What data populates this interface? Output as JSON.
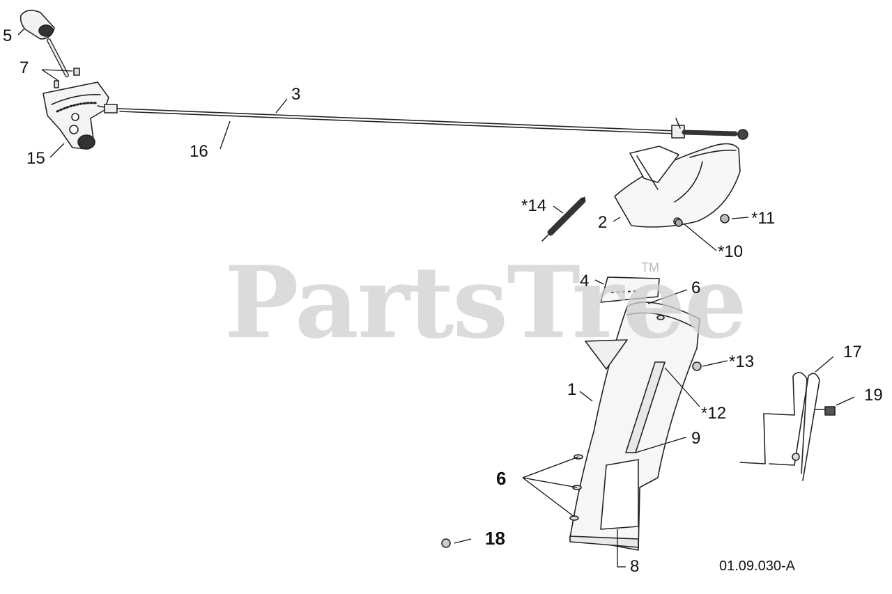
{
  "watermark": {
    "text": "PartsTree",
    "tm": "TM"
  },
  "diagram_code": "01.09.030-A",
  "callouts": [
    {
      "key": "5",
      "label": "5"
    },
    {
      "key": "7",
      "label": "7"
    },
    {
      "key": "3",
      "label": "3"
    },
    {
      "key": "16",
      "label": "16"
    },
    {
      "key": "15",
      "label": "15"
    },
    {
      "key": "14",
      "label": "*14"
    },
    {
      "key": "2",
      "label": "2"
    },
    {
      "key": "11",
      "label": "*11"
    },
    {
      "key": "10",
      "label": "*10"
    },
    {
      "key": "4",
      "label": "4"
    },
    {
      "key": "6a",
      "label": "6"
    },
    {
      "key": "13",
      "label": "*13"
    },
    {
      "key": "17",
      "label": "17"
    },
    {
      "key": "1",
      "label": "1"
    },
    {
      "key": "12",
      "label": "*12"
    },
    {
      "key": "19",
      "label": "19"
    },
    {
      "key": "9",
      "label": "9"
    },
    {
      "key": "6b",
      "label": "6"
    },
    {
      "key": "18",
      "label": "18"
    },
    {
      "key": "8",
      "label": "8"
    }
  ]
}
